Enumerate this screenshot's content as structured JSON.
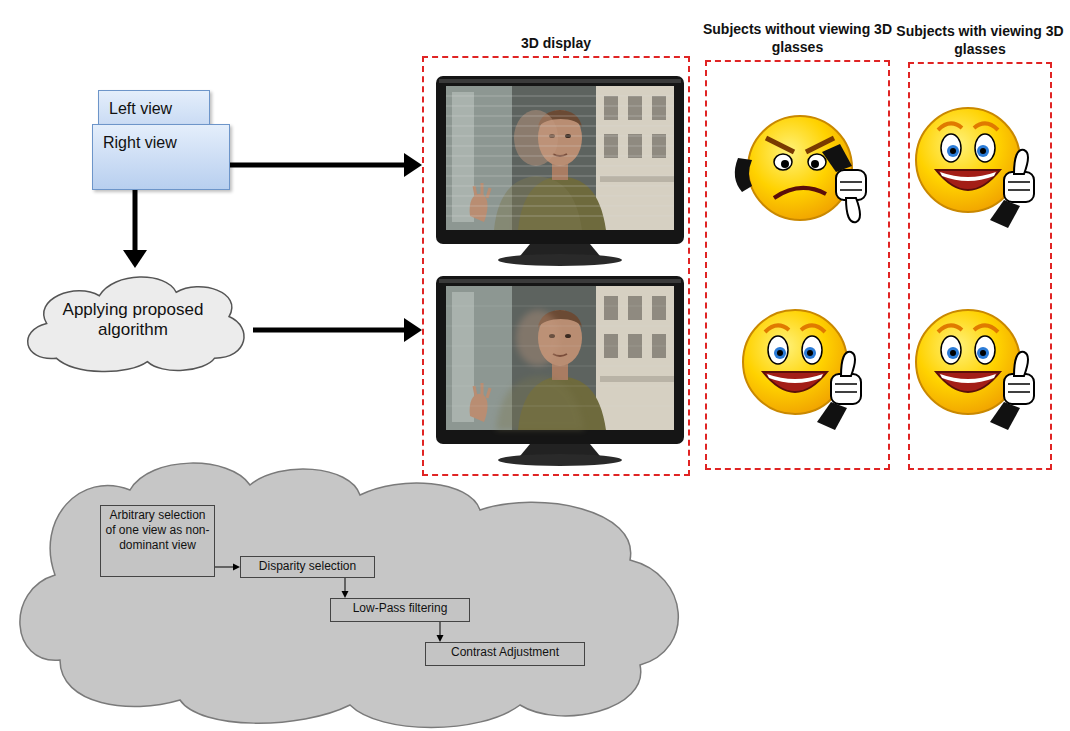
{
  "diagram": {
    "nodes": [
      {
        "text": [
          "Left view"
        ]
      },
      {
        "text": [
          "Right view"
        ]
      },
      {
        "text": [
          "Applying proposed algorithm"
        ]
      },
      {
        "text": [
          "3D display"
        ]
      },
      {
        "text": [
          "Subjects without viewing 3D glasses"
        ]
      },
      {
        "text": [
          "Subjects with viewing 3D glasses"
        ]
      },
      {
        "text": [
          "Arbitrary selection of one view as non-dominant view"
        ]
      },
      {
        "text": [
          "Disparity selection"
        ]
      },
      {
        "text": [
          "Low-Pass filtering"
        ]
      },
      {
        "text": [
          "Contrast Adjustment"
        ]
      }
    ],
    "edges": [
      {
        "from": 1,
        "to": 2,
        "arrow": "to"
      },
      {
        "from": 1,
        "to": 3,
        "arrow": "to"
      },
      {
        "from": 2,
        "to": 3,
        "arrow": "to"
      },
      {
        "from": 6,
        "to": 7,
        "arrow": "to"
      },
      {
        "from": 7,
        "to": 8,
        "arrow": "to"
      },
      {
        "from": 8,
        "to": 9,
        "arrow": "to"
      }
    ]
  }
}
